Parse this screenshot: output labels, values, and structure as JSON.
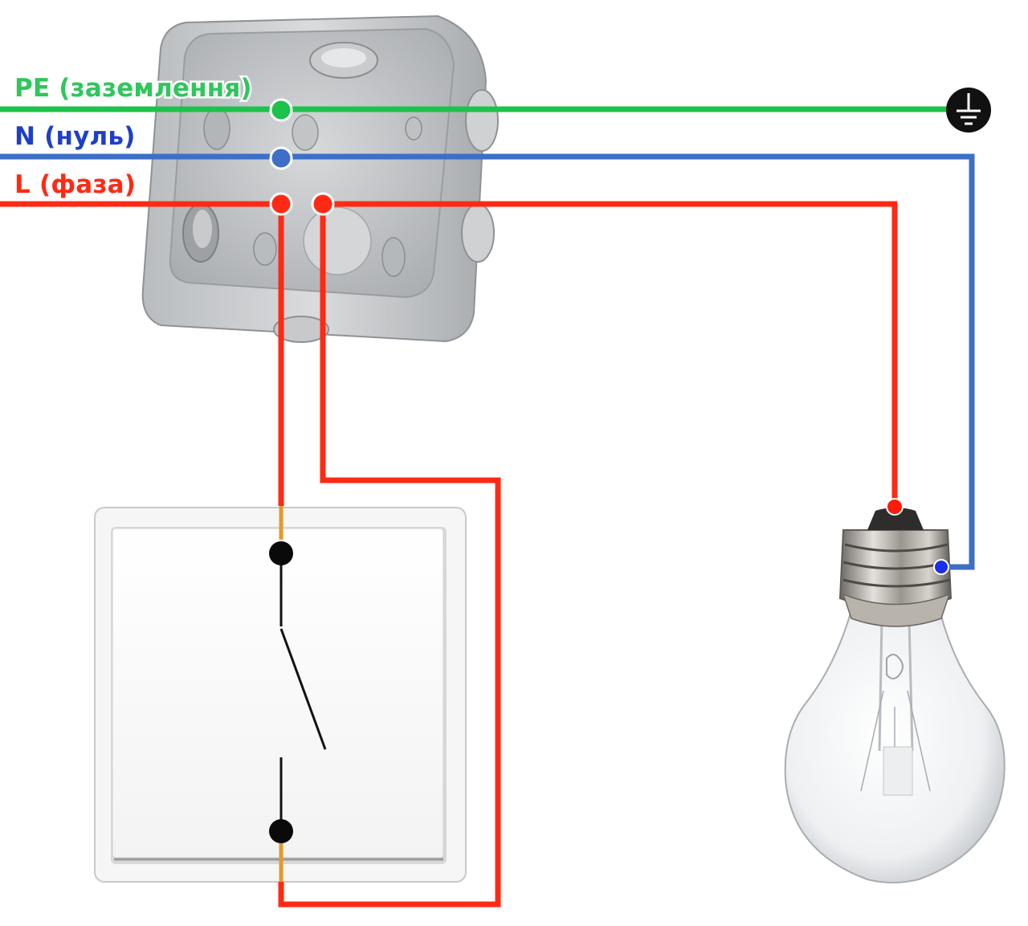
{
  "labels": {
    "pe": "PE (заземлення)",
    "n": "N (нуль)",
    "l": "L (фаза)"
  },
  "colors": {
    "pe": "#1cc24a",
    "n": "#3d6fc6",
    "l": "#ff2a14",
    "n_label": "#1f3fc8",
    "l_label": "#ff2a14",
    "pe_label": "#2fc65c"
  },
  "icons": {
    "ground": "ground-symbol-icon",
    "junction_box": "junction-box-icon",
    "switch": "light-switch-icon",
    "bulb": "light-bulb-icon"
  }
}
